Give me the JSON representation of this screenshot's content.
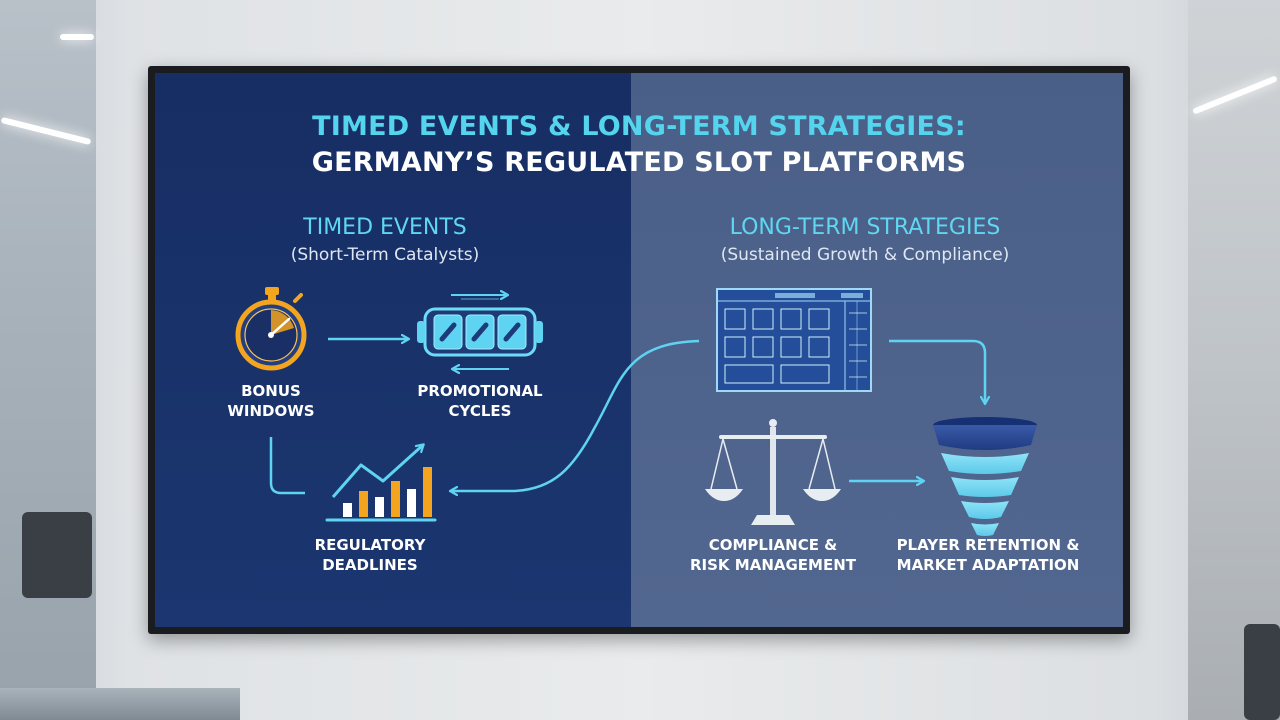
{
  "title": {
    "line1": "TIMED EVENTS & LONG-TERM STRATEGIES:",
    "line2": "GERMANY’S REGULATED SLOT PLATFORMS"
  },
  "left": {
    "heading": "TIMED EVENTS",
    "subheading": "(Short-Term Catalysts)",
    "nodes": [
      {
        "id": "bonus-windows",
        "icon": "stopwatch-icon",
        "line1": "BONUS",
        "line2": "WINDOWS"
      },
      {
        "id": "promotional-cycles",
        "icon": "slot-reels-icon",
        "line1": "PROMOTIONAL",
        "line2": "CYCLES"
      },
      {
        "id": "regulatory-deadlines",
        "icon": "rising-bar-chart-icon",
        "line1": "REGULATORY",
        "line2": "DEADLINES"
      }
    ]
  },
  "right": {
    "heading": "LONG-TERM STRATEGIES",
    "subheading": "(Sustained Growth & Compliance)",
    "nodes": [
      {
        "id": "strategy-blueprint",
        "icon": "blueprint-icon"
      },
      {
        "id": "compliance-risk",
        "icon": "balance-scale-icon",
        "line1": "COMPLIANCE &",
        "line2": "RISK MANAGEMENT"
      },
      {
        "id": "player-retention",
        "icon": "funnel-icon",
        "line1": "PLAYER RETENTION &",
        "line2": "MARKET ADAPTATION"
      }
    ]
  },
  "colors": {
    "accent_cyan": "#55d4ee",
    "left_bg": "#172e64",
    "right_bg": "#4a5f88",
    "icon_orange": "#f3a51f",
    "arrow": "#5fd3f2"
  }
}
